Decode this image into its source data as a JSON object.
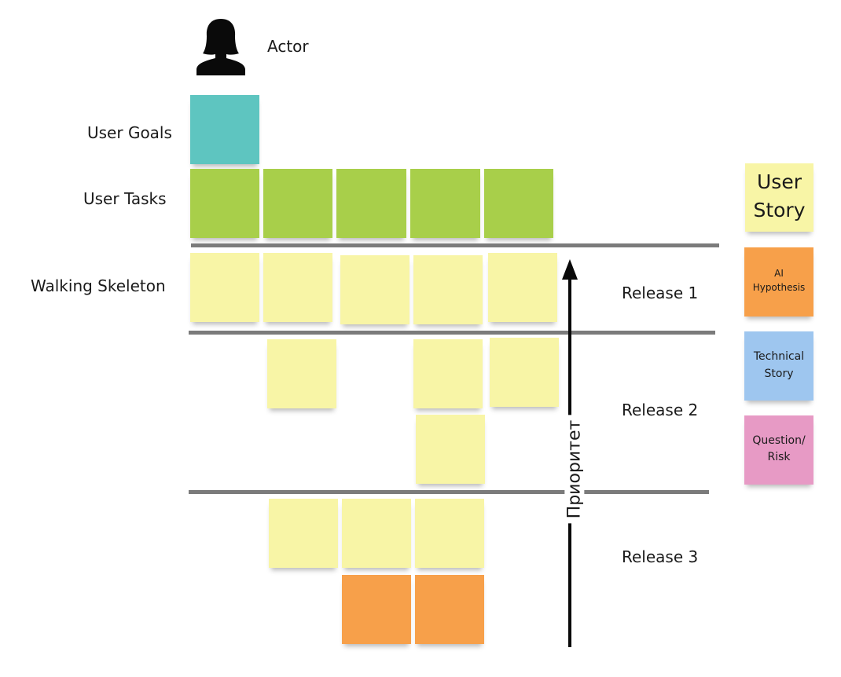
{
  "actor": {
    "label": "Actor",
    "icon": "person-silhouette-icon"
  },
  "rows": {
    "user_goals": "User Goals",
    "user_tasks": "User Tasks",
    "walking_skeleton": "Walking Skeleton"
  },
  "releases": {
    "r1": "Release 1",
    "r2": "Release 2",
    "r3": "Release 3"
  },
  "priority": {
    "label": "Приоритет",
    "icon": "arrow-up-icon"
  },
  "legend": {
    "user_story": {
      "line1": "User",
      "line2": "Story"
    },
    "ai_hypothesis": {
      "line1": "AI",
      "line2": "Hypothesis"
    },
    "technical_story": {
      "line1": "Technical",
      "line2": "Story"
    },
    "question_risk": {
      "line1": "Question/",
      "line2": "Risk"
    }
  },
  "colors": {
    "user_goal": "#5ec5c0",
    "user_task": "#a8cf4a",
    "user_story": "#f8f5a6",
    "ai_hypothesis": "#f7a04a",
    "technical_story": "#9ec6ef",
    "question_risk": "#e79ac5",
    "divider": "#7b7b7b"
  }
}
